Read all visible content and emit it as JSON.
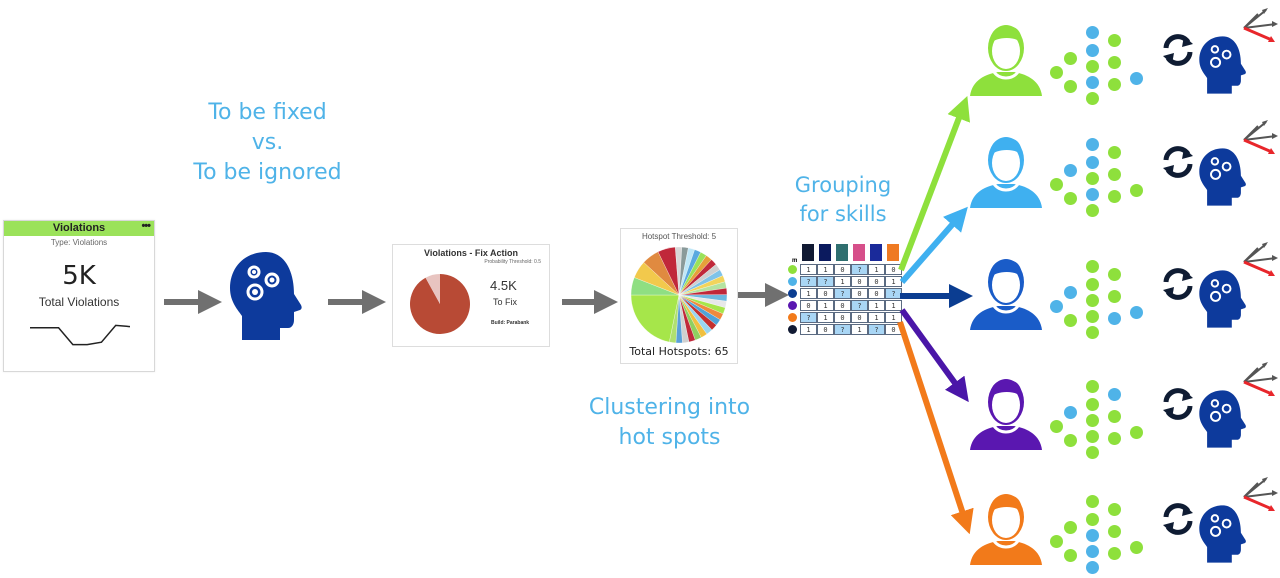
{
  "captions": {
    "fix_vs_ignore": [
      "To be fixed",
      "vs.",
      "To be ignored"
    ],
    "clustering": [
      "Clustering into",
      "hot spots"
    ],
    "grouping": [
      "Grouping",
      "for skills"
    ]
  },
  "violations_card": {
    "title": "Violations",
    "menu_icon": "ellipsis-icon",
    "subtitle": "Type: Violations",
    "value": "5K",
    "label": "Total Violations",
    "accent_color": "#9be25a",
    "sparkline": [
      0.2,
      0.2,
      0.2,
      0.9,
      0.9,
      0.8,
      0.1,
      0.15
    ]
  },
  "fix_action_card": {
    "title": "Violations - Fix Action",
    "threshold": "Probability Threshold: 0.5",
    "value": "4.5K",
    "label": "To Fix",
    "build": "Build: Parabank",
    "pie": {
      "to_fix_fraction": 0.92,
      "fix_color": "#b84a35",
      "ignore_color": "#e8c4c0"
    }
  },
  "hotspots_card": {
    "threshold": "Hotspot Threshold: 5",
    "total": "Total Hotspots: 65",
    "slice_colors": [
      "#a6e64a",
      "#8fdf82",
      "#f2c94c",
      "#e08a40",
      "#c0283a",
      "#d8d8d8",
      "#8a9a9a",
      "#bfe7f7",
      "#5aa9e0",
      "#9be25a",
      "#e6a03a",
      "#c0283a",
      "#cfcfcf",
      "#7fc3e8",
      "#f2d45c",
      "#b5e3a0",
      "#c0283a",
      "#6db8e0",
      "#e8e8e8",
      "#a6e64a",
      "#ef8a3c",
      "#4fa3d8",
      "#c3302f",
      "#9ad6f0",
      "#f0c040",
      "#8fcf60",
      "#c0283a",
      "#d0d0d0",
      "#5aa0d8",
      "#b0e070"
    ]
  },
  "matrix": {
    "header_label": "m",
    "column_colors": [
      "#111a33",
      "#0b1a5e",
      "#2f6f6f",
      "#d64f8a",
      "#1a2a9a",
      "#ef7a22"
    ],
    "rows": [
      {
        "color": "#8ee03c",
        "cells": [
          "1",
          "1",
          "0",
          "?",
          "1",
          "0"
        ]
      },
      {
        "color": "#4fb3e8",
        "cells": [
          "?",
          "?",
          "1",
          "0",
          "0",
          "1"
        ]
      },
      {
        "color": "#0b3d91",
        "cells": [
          "1",
          "0",
          "?",
          "0",
          "0",
          "?"
        ]
      },
      {
        "color": "#5a17b0",
        "cells": [
          "0",
          "1",
          "0",
          "?",
          "1",
          "1"
        ]
      },
      {
        "color": "#f27a1a",
        "cells": [
          "?",
          "1",
          "0",
          "0",
          "1",
          "1"
        ]
      },
      {
        "color": "#111a33",
        "cells": [
          "1",
          "0",
          "?",
          "1",
          "?",
          "0"
        ]
      }
    ]
  },
  "developers": [
    {
      "name": "developer-green",
      "color": "#8ee03c",
      "dots": [
        "b",
        "g",
        "b",
        "g",
        "g",
        "g",
        "g",
        "b",
        "g",
        "g",
        "b",
        "g"
      ]
    },
    {
      "name": "developer-lightblue",
      "color": "#3fb0f0",
      "dots": [
        "b",
        "g",
        "b",
        "b",
        "g",
        "g",
        "g",
        "b",
        "g",
        "g",
        "g",
        "g"
      ]
    },
    {
      "name": "developer-blue",
      "color": "#1a5cc8",
      "dots": [
        "g",
        "g",
        "g",
        "b",
        "g",
        "g",
        "b",
        "g",
        "g",
        "b",
        "b",
        "g"
      ]
    },
    {
      "name": "developer-purple",
      "color": "#5a17b0",
      "dots": [
        "g",
        "b",
        "g",
        "b",
        "g",
        "g",
        "g",
        "g",
        "g",
        "g",
        "g",
        "g"
      ]
    },
    {
      "name": "developer-orange",
      "color": "#f27a1a",
      "dots": [
        "g",
        "g",
        "g",
        "g",
        "b",
        "g",
        "g",
        "b",
        "g",
        "g",
        "g",
        "b"
      ]
    }
  ],
  "colors": {
    "caption": "#4fb3e8",
    "arrow_gray": "#707070",
    "head_blue": "#0d3a9c",
    "dot_green": "#8ee03c",
    "dot_blue": "#4fb3e8"
  }
}
